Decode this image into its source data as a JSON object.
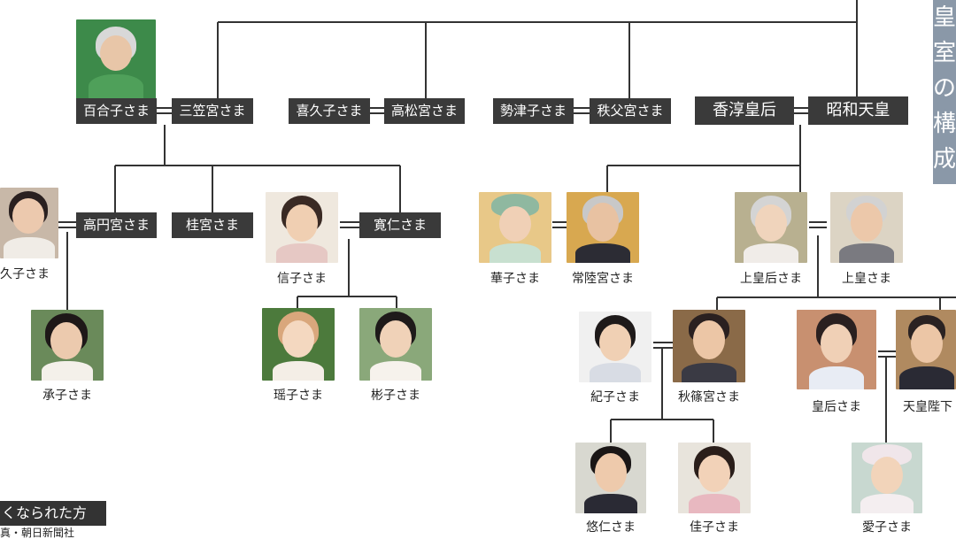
{
  "title": [
    "皇",
    "室",
    "の",
    "構",
    "成"
  ],
  "boxes": {
    "yuriko": "百合子さま",
    "mikasa": "三笠宮さま",
    "kikuko": "喜久子さま",
    "takamatsu": "高松宮さま",
    "setsuko": "勢津子さま",
    "chichibu": "秩父宮さま",
    "kojun": "香淳皇后",
    "showa": "昭和天皇",
    "takamado": "高円宮さま",
    "katsura": "桂宮さま",
    "tomohito": "寛仁さま"
  },
  "captions": {
    "hisako": "久子さま",
    "tsuguko": "承子さま",
    "nobuko": "信子さま",
    "yoko": "瑶子さま",
    "akiko": "彬子さま",
    "hanako": "華子さま",
    "hitachi": "常陸宮さま",
    "empress_emerita": "上皇后さま",
    "emperor_emeritus": "上皇さま",
    "kiko": "紀子さま",
    "akishino": "秋篠宮さま",
    "empress": "皇后さま",
    "emperor": "天皇陛下",
    "hisahito": "悠仁さま",
    "kako": "佳子さま",
    "aiko": "愛子さま"
  },
  "legend": {
    "deceased_label": "くなられた方",
    "credit": "真・朝日新聞社"
  },
  "colors": {
    "box": "#3a3a3a",
    "line": "#333333",
    "title_bg": "#8a98a8"
  }
}
